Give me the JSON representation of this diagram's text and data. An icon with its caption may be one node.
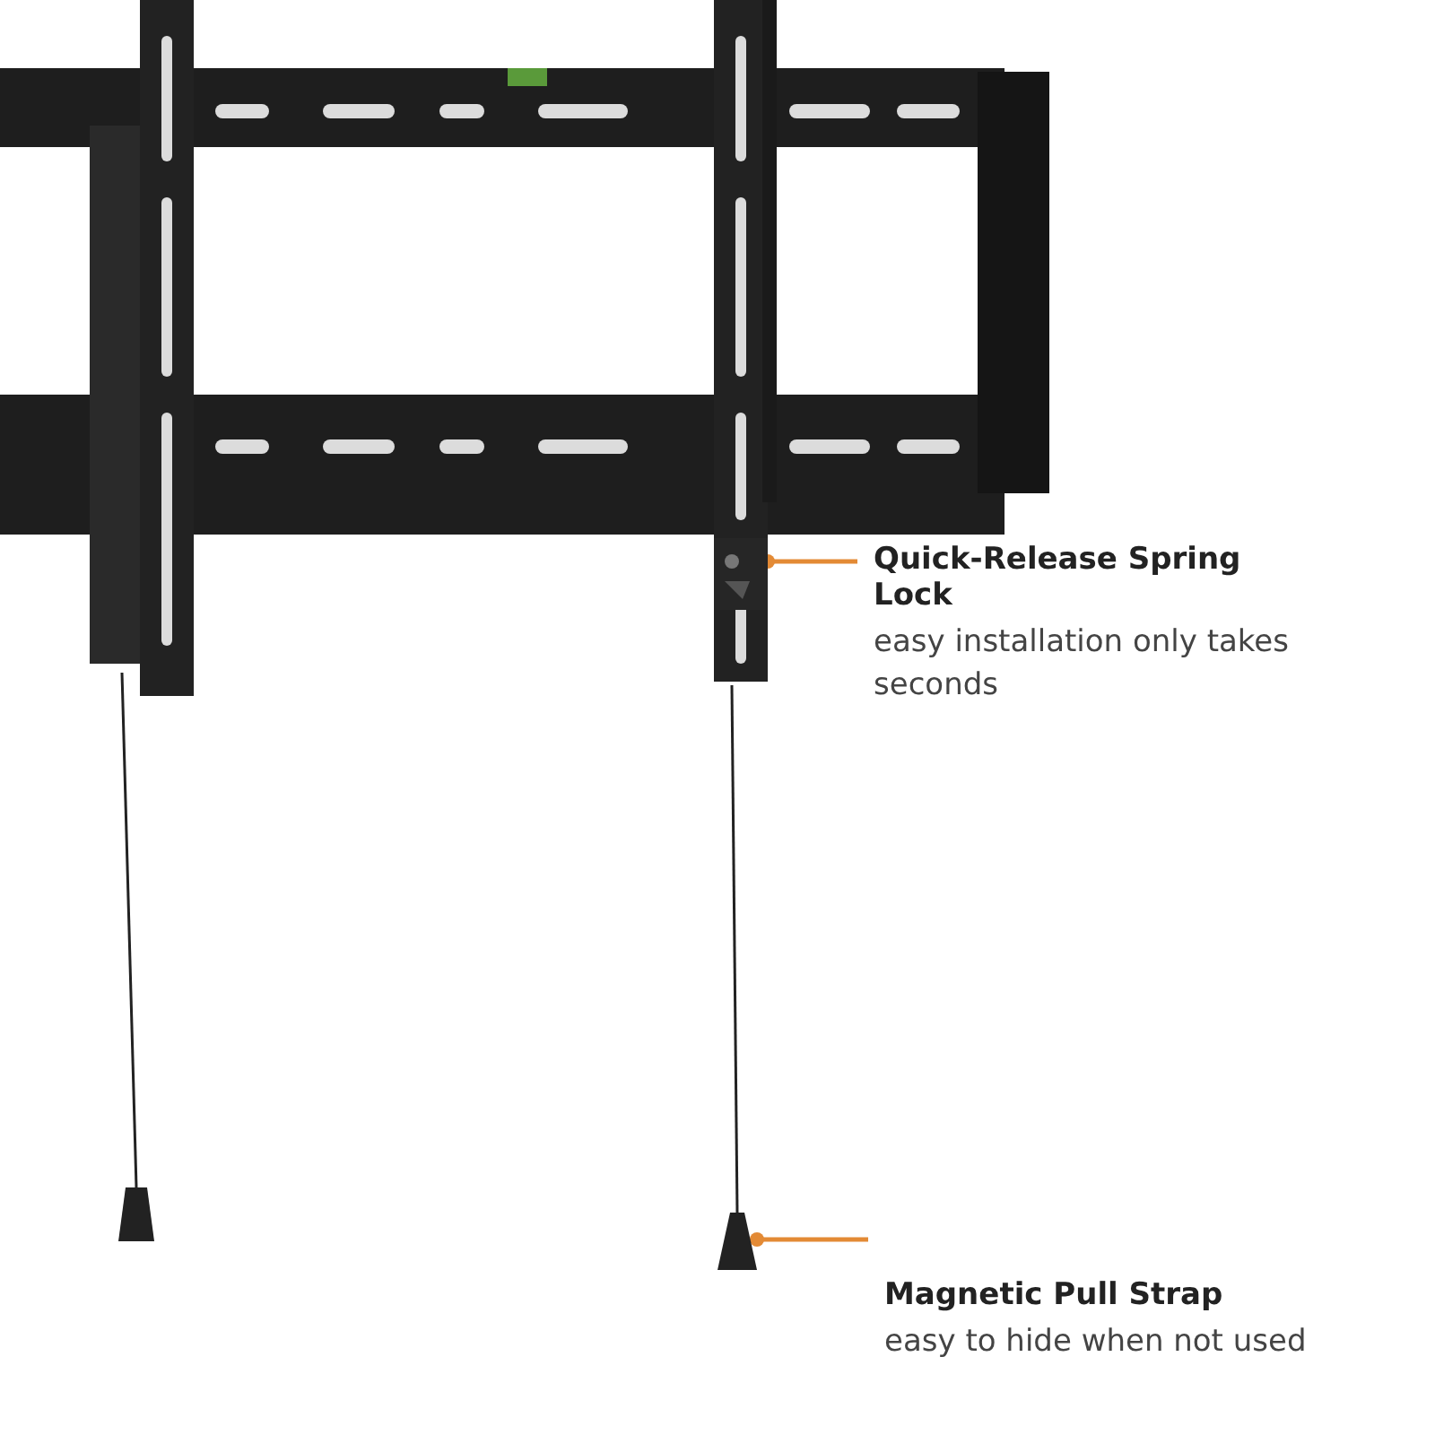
{
  "diagram": {
    "nodes": [
      {
        "text": [
          "Quick-Release Spring Lock",
          "easy installation only takes seconds"
        ]
      },
      {
        "text": [],
        "shape": "picture"
      },
      {
        "text": [
          "Magnetic Pull Strap",
          "easy to hide when not used"
        ]
      },
      {
        "text": [],
        "shape": "picture"
      }
    ],
    "edges": [
      {
        "from": 0,
        "to": 1,
        "arrow": "other",
        "color": "#e38a35"
      },
      {
        "from": 2,
        "to": 3,
        "arrow": "other",
        "color": "#e38a35"
      }
    ]
  }
}
